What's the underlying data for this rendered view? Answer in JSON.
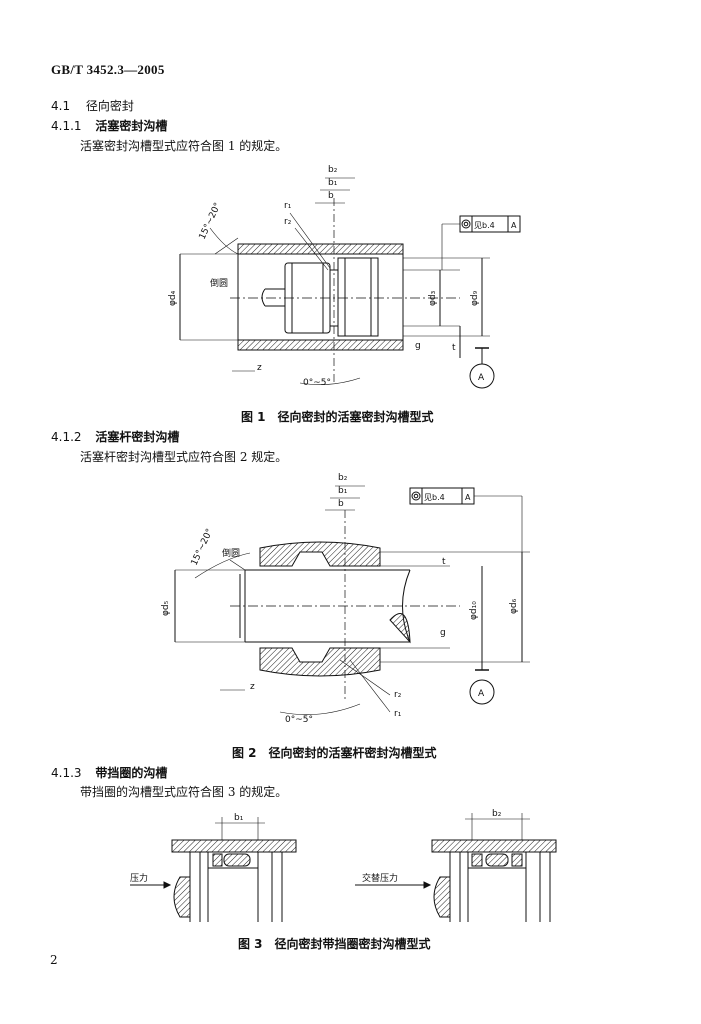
{
  "header": "GB/T 3452.3—2005",
  "sections": {
    "s41": {
      "num": "4.1",
      "title": "径向密封"
    },
    "s411": {
      "num": "4.1.1",
      "title": "活塞密封沟槽",
      "body": "活塞密封沟槽型式应符合图 1 的规定。"
    },
    "s412": {
      "num": "4.1.2",
      "title": "活塞杆密封沟槽",
      "body": "活塞杆密封沟槽型式应符合图 2 规定。"
    },
    "s413": {
      "num": "4.1.3",
      "title": "带挡圈的沟槽",
      "body": "带挡圈的沟槽型式应符合图 3 的规定。"
    }
  },
  "fig1": {
    "caption": "图 1　径向密封的活塞密封沟槽型式",
    "labels": {
      "b2": "b₂",
      "b1": "b₁",
      "b": "b",
      "r1": "r₁",
      "r2": "r₂",
      "angle": "15°~20°",
      "chamfer": "倒圆",
      "d4": "φd₄",
      "d3": "φd₃",
      "d9": "φd₉",
      "g": "g",
      "t": "t",
      "z": "z",
      "angle2": "0°~5°",
      "datum": "A",
      "fcf_ref": "见b.4",
      "fcf_datum": "A"
    }
  },
  "fig2": {
    "caption": "图 2　径向密封的活塞杆密封沟槽型式",
    "labels": {
      "b2": "b₂",
      "b1": "b₁",
      "b": "b",
      "r1": "r₁",
      "r2": "r₂",
      "angle": "15°~20°",
      "chamfer": "倒圆",
      "d5": "φd₅",
      "d10": "φd₁₀",
      "d6": "φd₆",
      "g": "g",
      "t": "t",
      "z": "z",
      "angle2": "0°~5°",
      "datum": "A",
      "fcf_ref": "见b.4",
      "fcf_datum": "A"
    }
  },
  "fig3": {
    "caption": "图 3　径向密封带挡圈密封沟槽型式",
    "left": {
      "dim": "b₁",
      "pressure": "压力"
    },
    "right": {
      "dim": "b₂",
      "pressure": "交替压力"
    }
  },
  "page_number": "2"
}
